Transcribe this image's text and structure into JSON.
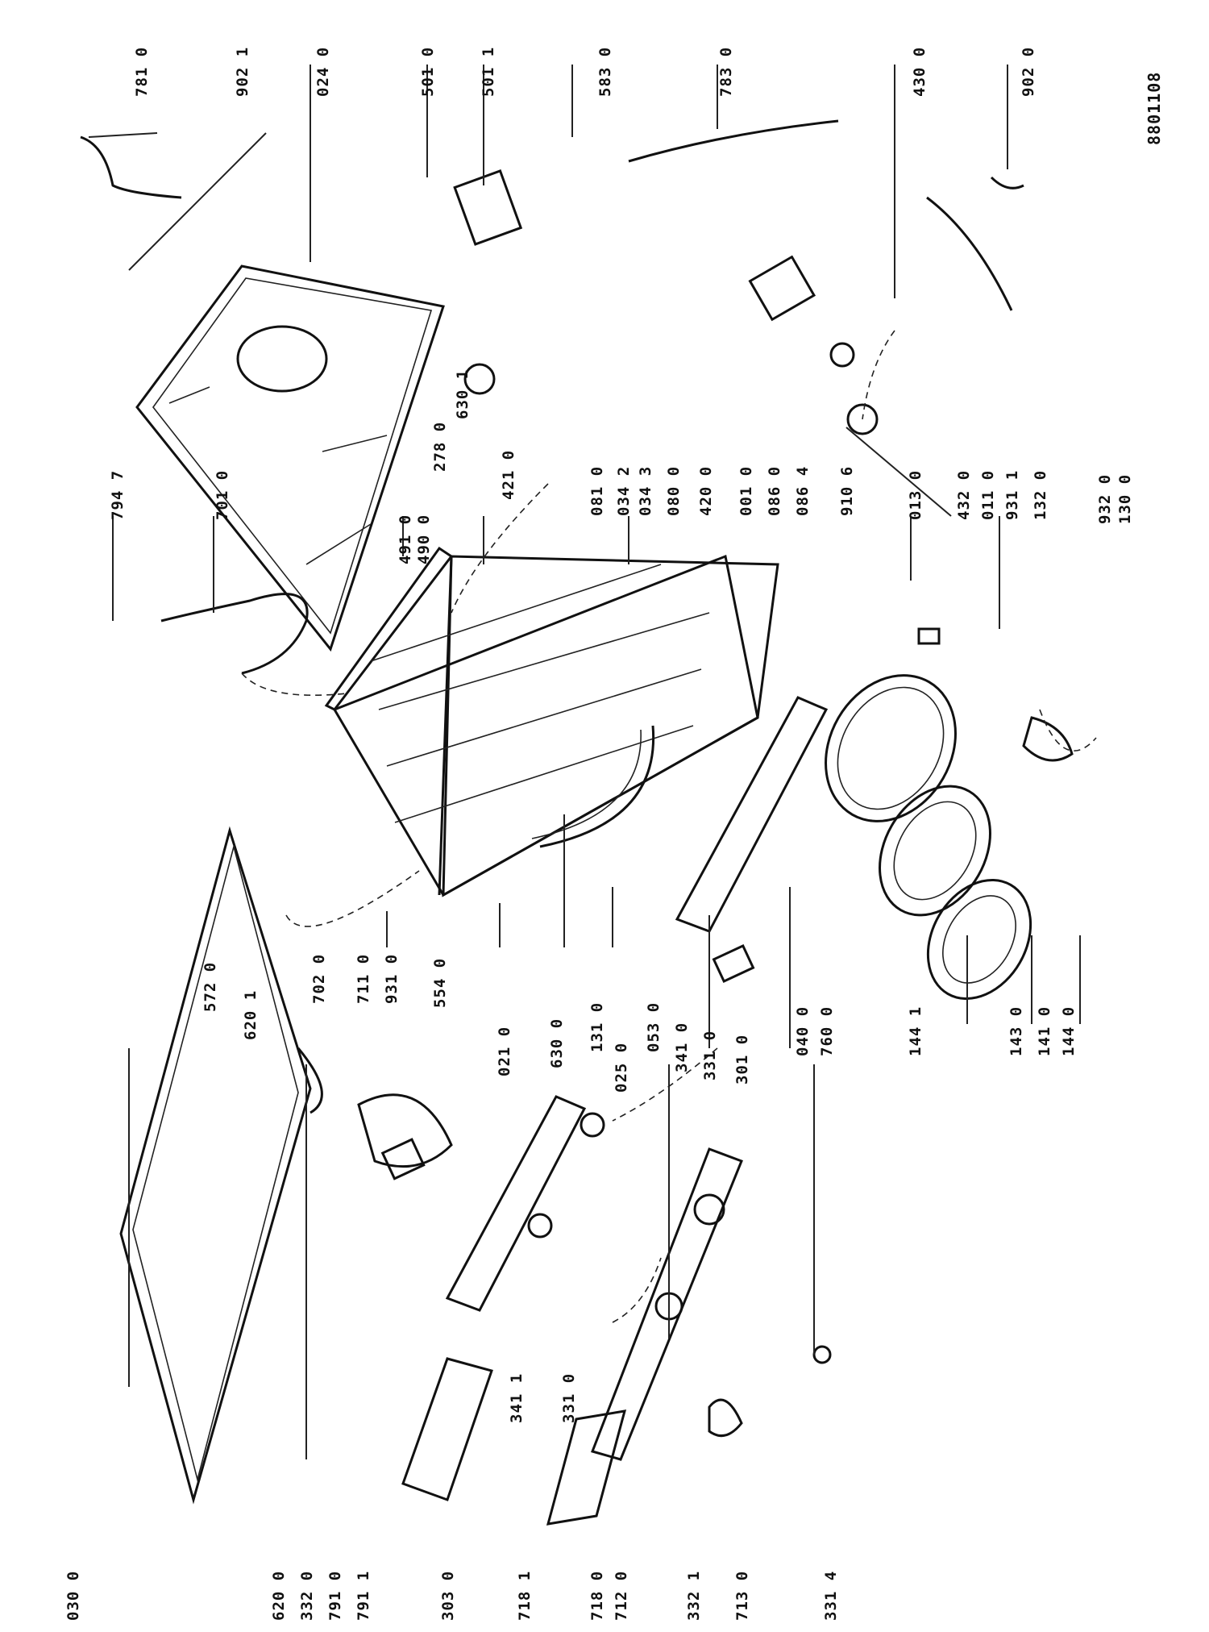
{
  "drawing_ref": "8801108",
  "part_labels": [
    "781 0",
    "902 1",
    "024 0",
    "501 0",
    "501 1",
    "583 0",
    "783 0",
    "430 0",
    "902 0",
    "794 7",
    "701 0",
    "491 0",
    "490 0",
    "630 1",
    "278 0",
    "421 0",
    "081 0",
    "034 2",
    "034 3",
    "080 0",
    "420 0",
    "001 0",
    "086 0",
    "086 4",
    "910 6",
    "013 0",
    "432 0",
    "011 0",
    "931 1",
    "132 0",
    "932 0",
    "130 0",
    "572 0",
    "620 1",
    "702 0",
    "711 0",
    "931 0",
    "554 0",
    "021 0",
    "630 0",
    "131 0",
    "025 0",
    "053 0",
    "341 0",
    "331 0",
    "301 0",
    "040 0",
    "760 0",
    "144 1",
    "143 0",
    "141 0",
    "144 0",
    "341 1",
    "331 0",
    "030 0",
    "620 0",
    "332 0",
    "791 0",
    "791 1",
    "303 0",
    "718 1",
    "718 0",
    "712 0",
    "332 1",
    "713 0",
    "331 4"
  ]
}
